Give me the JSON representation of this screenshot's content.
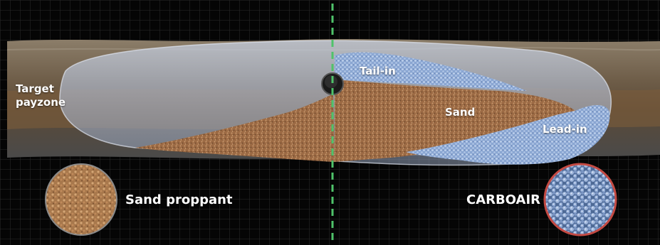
{
  "labels": {
    "target_line1": "Target",
    "target_line2": "payzone",
    "tail_in": "Tail-in",
    "sand": "Sand",
    "lead_in": "Lead-in",
    "sand_proppant": "Sand proppant",
    "carboair": "CARBOAIR"
  },
  "colors": {
    "background": "#050505",
    "grid": "#2a2a2a",
    "divider": "#4fc36a",
    "sand": "#a0704a",
    "ceramic": "#93aed6",
    "fracture_envelope": "#aab6cc",
    "carboair_ring": "#c44a43"
  }
}
